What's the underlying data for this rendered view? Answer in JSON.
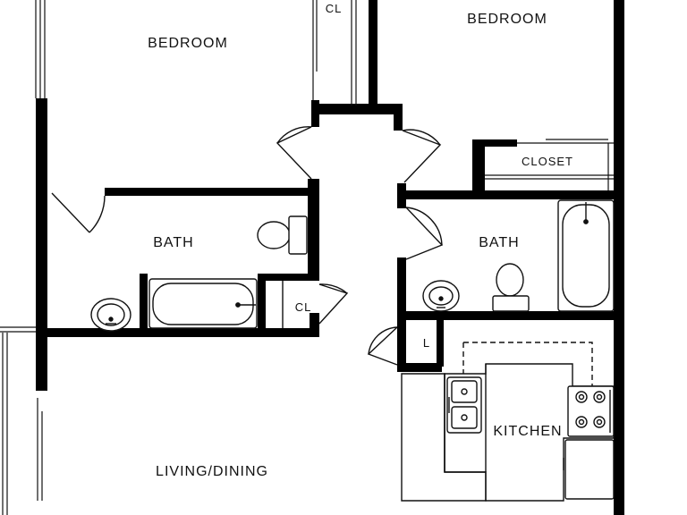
{
  "plan": {
    "wall_color": "#000000",
    "fixture_stroke": "#111111",
    "background": "#ffffff",
    "rooms": {
      "bedroom_left": "BEDROOM",
      "bedroom_right": "BEDROOM",
      "closet_top": "CL",
      "closet_right": "CLOSET",
      "bath_left": "BATH",
      "bath_right": "BATH",
      "closet_bath": "CL",
      "laundry": "L",
      "kitchen": "KITCHEN",
      "living_dining": "LIVING/DINING"
    }
  }
}
